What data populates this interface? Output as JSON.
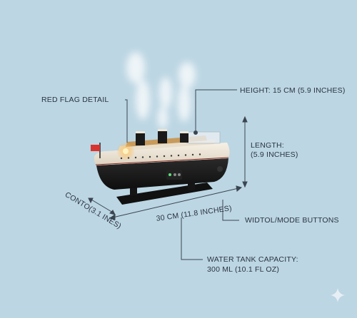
{
  "labels": {
    "red_flag": "RED FLAG DETAIL",
    "height": "HEIGHT: 15 CM (5.9 INCHES)",
    "length_title": "LENGTH:",
    "length_value": "(5.9 INCHES)",
    "width_rotated": "CONTO(3.1 INES)",
    "width_30": "30 CM (11.8 INCHES)",
    "mode_buttons": "WIDTOL/MODE BUTTONS",
    "water_title": "WATER TANK CAPACITY:",
    "water_value": "300 ML (10.1 FL OZ)"
  },
  "colors": {
    "background": "#bcd6e3",
    "hull_black": "#1a1a1a",
    "hull_cream": "#efe7d8",
    "deck_wood": "#c89a5b",
    "flag_red": "#d8352f",
    "glow": "#ffb347",
    "line": "#3a4550"
  },
  "icons": {
    "sparkle": "sparkle-icon"
  }
}
